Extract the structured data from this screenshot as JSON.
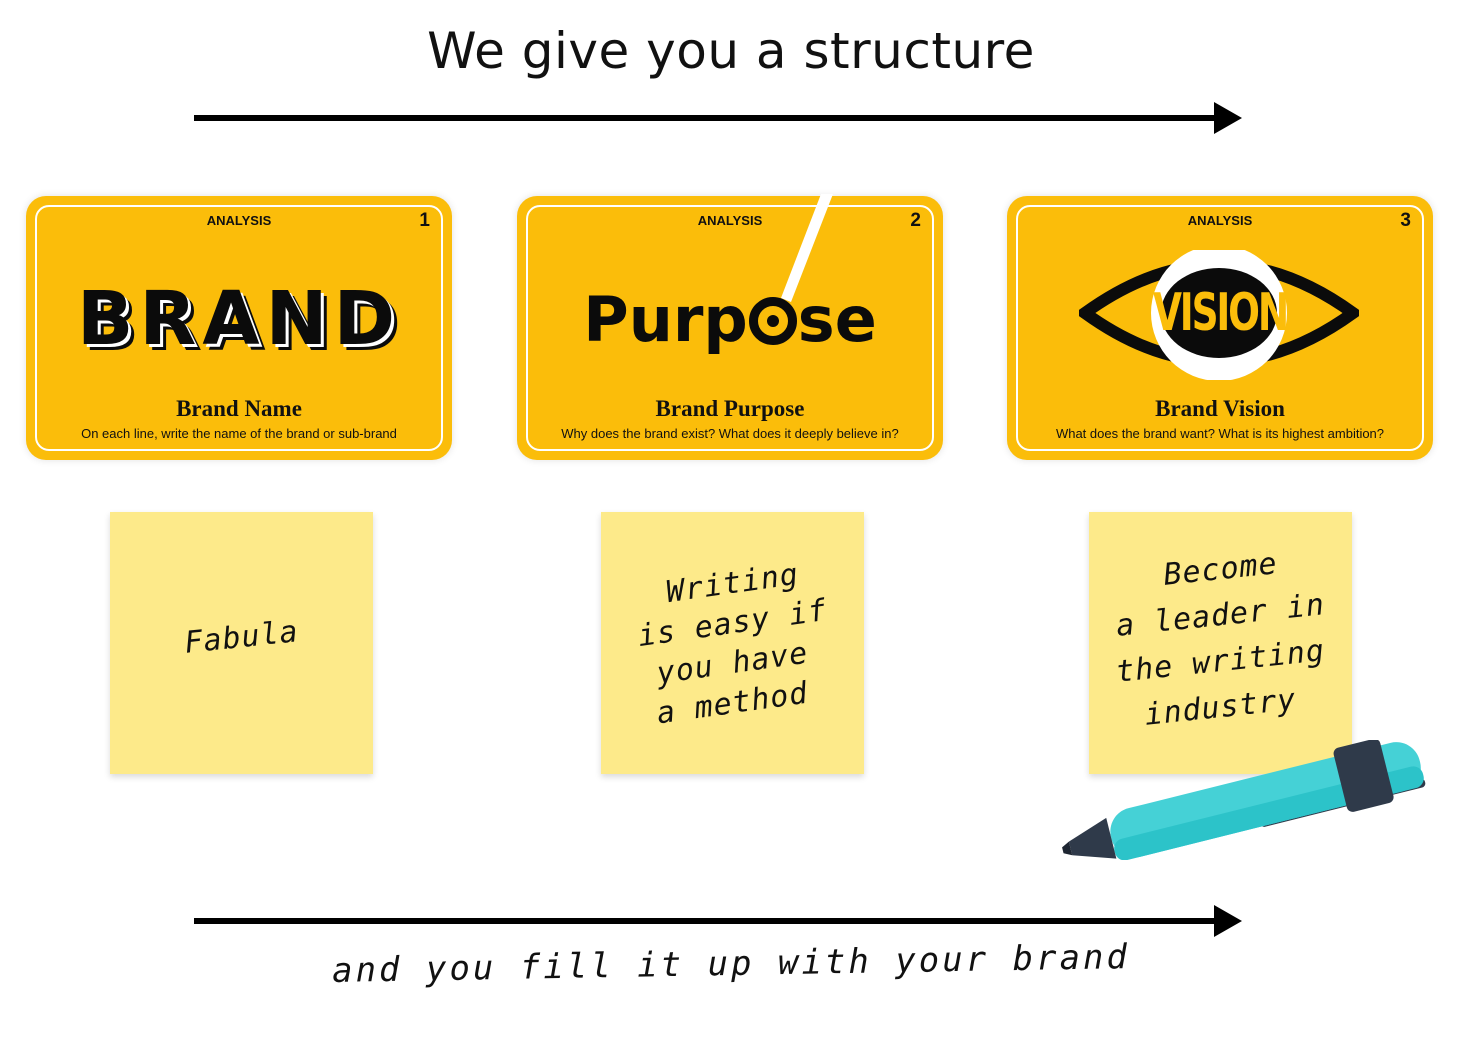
{
  "headline": "We give you a structure",
  "footer": "and you fill it up with your brand",
  "colors": {
    "card": "#fbbd0a",
    "note": "#fdea8a",
    "marker_body": "#45d1d6",
    "marker_cap": "#2f3a4a"
  },
  "cards": [
    {
      "category": "ANALYSIS",
      "number": "1",
      "logo": "BRAND",
      "title": "Brand Name",
      "description": "On each line, write the name of the brand or sub-brand"
    },
    {
      "category": "ANALYSIS",
      "number": "2",
      "logo_start": "Purp",
      "logo_end": "se",
      "title": "Brand Purpose",
      "description": "Why does the brand exist? What does it deeply believe in?"
    },
    {
      "category": "ANALYSIS",
      "number": "3",
      "logo": "VISION",
      "title": "Brand Vision",
      "description": "What does the brand want? What is its highest ambition?"
    }
  ],
  "notes": [
    {
      "lines": [
        "Fabula"
      ]
    },
    {
      "lines": [
        "Writing",
        "is easy if",
        "you have",
        "a method"
      ]
    },
    {
      "lines": [
        "Become",
        "a leader in",
        "the writing",
        "industry"
      ]
    }
  ],
  "icons": {
    "arrow_top": "arrow-right-icon",
    "arrow_bottom": "arrow-right-icon",
    "marker": "marker-pen-icon",
    "purpose_target": "target-icon",
    "vision_eye": "eye-icon"
  }
}
